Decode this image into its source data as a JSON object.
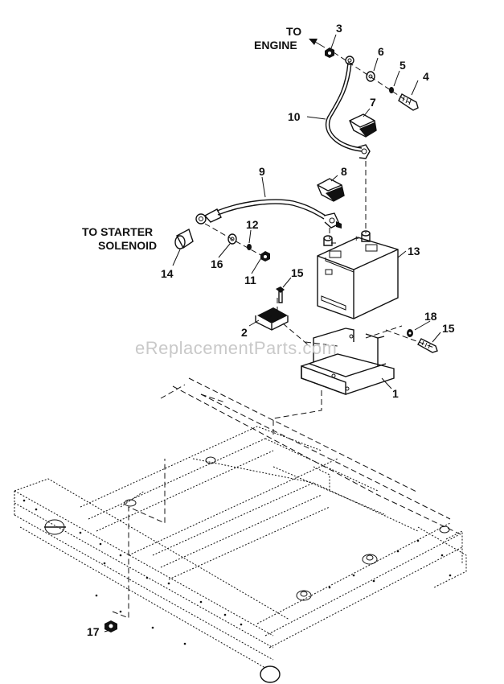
{
  "notes": {
    "engine_line1": "TO",
    "engine_line2": "ENGINE",
    "starter_line1": "TO STARTER",
    "starter_line2": "SOLENOID"
  },
  "watermark": "eReplacementParts.com",
  "callouts": [
    "1",
    "2",
    "3",
    "4",
    "5",
    "6",
    "7",
    "8",
    "9",
    "10",
    "11",
    "12",
    "13",
    "14",
    "15",
    "15",
    "16",
    "17",
    "18"
  ]
}
